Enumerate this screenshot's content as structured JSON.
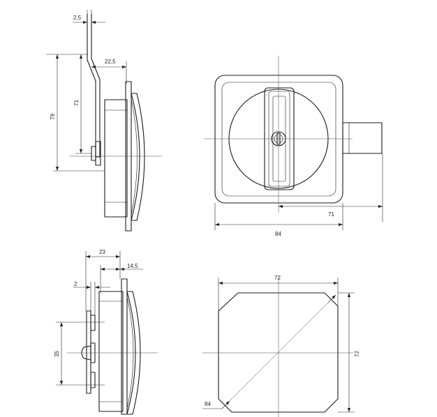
{
  "dimensions": {
    "side_top_thickness": "2,5",
    "side_top_offset": "22,5",
    "side_top_height_outer": "79",
    "side_top_height_inner": "71",
    "front_latch_extent": "71",
    "front_width": "84",
    "side_bottom_depth": "23",
    "side_bottom_offset": "14,5",
    "side_bottom_thickness": "2",
    "side_bottom_height": "35",
    "cutout_width": "72",
    "cutout_height": "72",
    "cutout_diagonal": "84"
  }
}
